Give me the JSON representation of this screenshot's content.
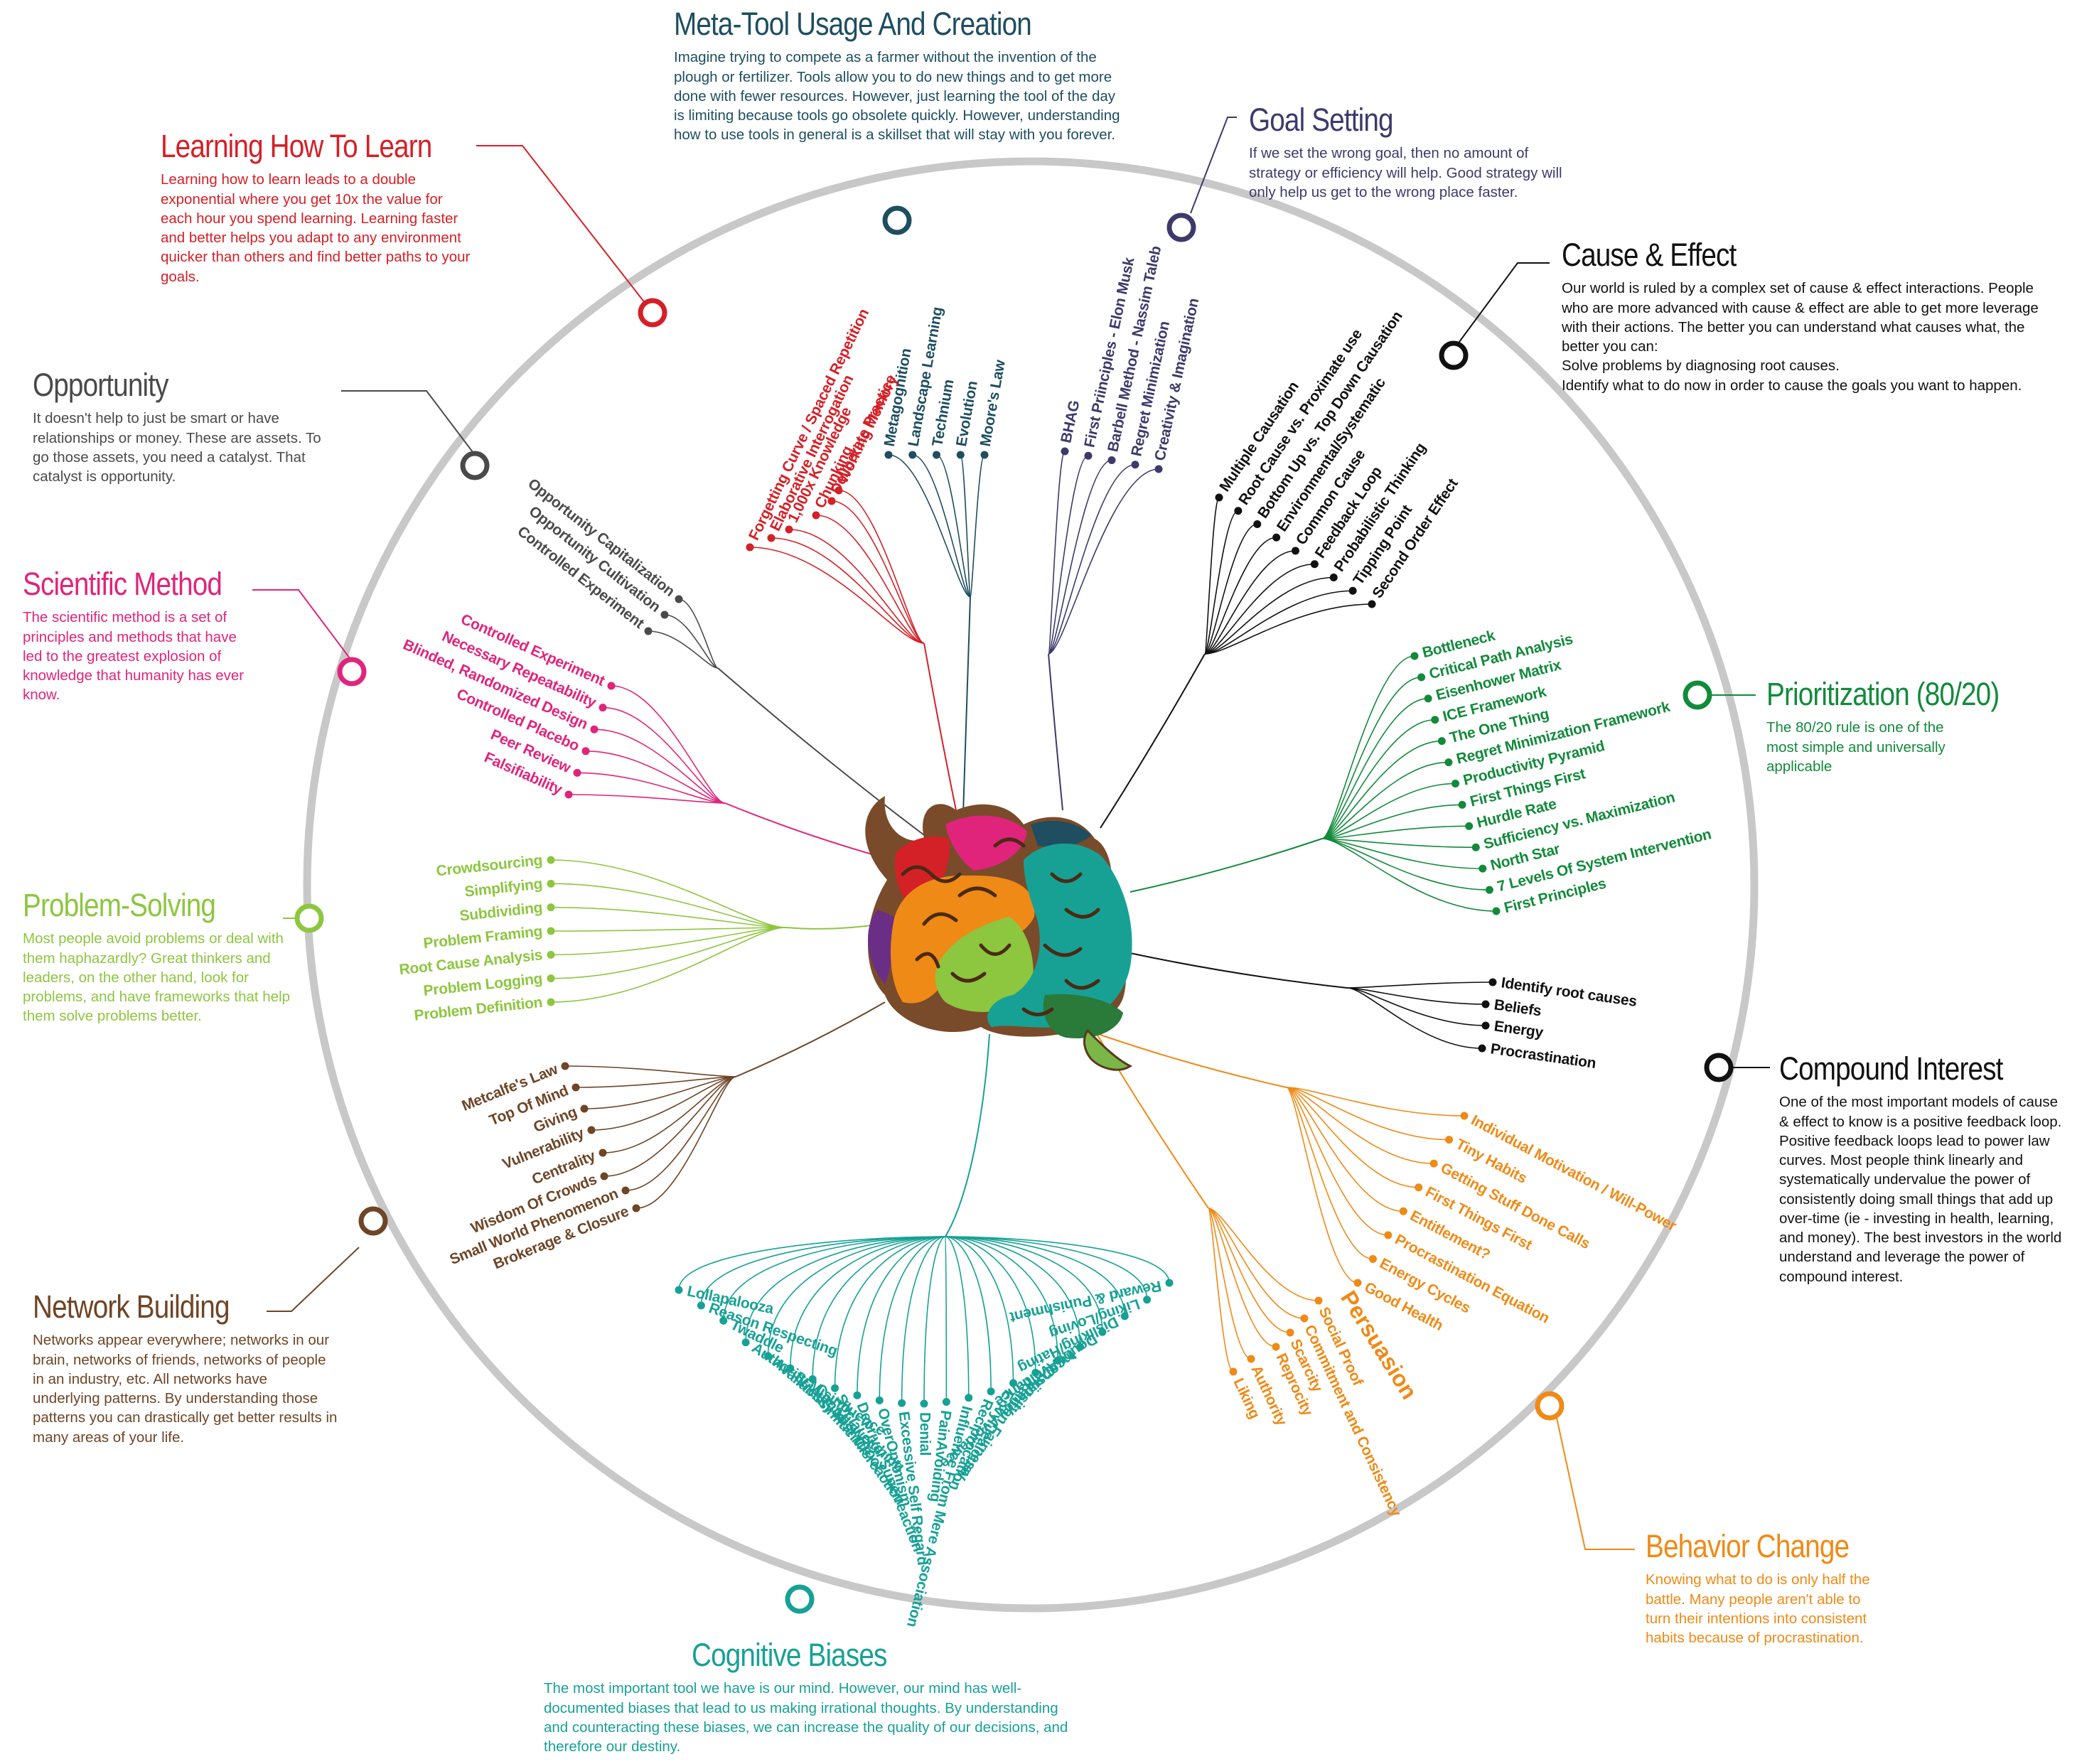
{
  "colors": {
    "ring": "#c8c8c8",
    "learning": "#d42027",
    "meta_tool": "#1e4e60",
    "goal": "#3d3a6b",
    "cause": "#111111",
    "prioritization": "#128a3b",
    "compound": "#111111",
    "behavior": "#ef8a16",
    "cognitive": "#17a195",
    "network": "#6e4526",
    "problem": "#8dc63f",
    "scientific": "#e0247b",
    "opportunity": "#4a4a4a"
  },
  "sections": {
    "meta_tool": {
      "title": "Meta-Tool Usage And Creation",
      "description": "Imagine trying to compete as a farmer without the invention of the plough or fertilizer. Tools allow you to do new things and to get more done with fewer resources. However, just learning the tool of the day is limiting because tools go obsolete quickly. However, understanding how to use tools in general is a skillset that will stay with you forever.",
      "items": [
        "Metagognition",
        "Landscape Learning",
        "Technium",
        "Evolution",
        "Moore's Law"
      ]
    },
    "learning": {
      "title": "Learning How To Learn",
      "description": "Learning how to learn leads to a double exponential where you get 10x the value for each hour you spend learning. Learning faster and better helps you adapt to any environment quicker than others and find better paths to your goals.",
      "items": [
        "Forgetting Curve / Spaced Repetition",
        "Elaborative Interrogation",
        "1,000x Knowledge",
        "Chunking",
        "Deliberate Practice",
        "Working Memory"
      ]
    },
    "goal": {
      "title": "Goal Setting",
      "description": "If we set the wrong goal, then no amount of strategy or efficiency will help. Good strategy will only help us get to the wrong place faster.",
      "items": [
        "BHAG",
        "First Priinciples - Elon Musk",
        "Barbell Method - Nassim Taleb",
        "Regret Minimization",
        "Creativity & Imagination"
      ]
    },
    "cause": {
      "title": "Cause & Effect",
      "description": "Our world is ruled by a complex set of cause & effect interactions. People who are more advanced with cause & effect are able to get more leverage with their actions. The better you can understand what causes what, the better you can:\nSolve problems by diagnosing root causes.\nIdentify what to do now in order to cause the goals you want to happen.",
      "items": [
        "Multiple Causation",
        "Root Cause vs. Proximate use",
        "Bottom Up vs. Top Down Causation",
        "Environmental/Systematic",
        "Common Cause",
        "Feedback Loop",
        "Probabilistic Thinking",
        "Tipping Point",
        "Second Order Effect"
      ]
    },
    "opportunity": {
      "title": "Opportunity",
      "description": "It doesn't help to just be smart or have relationships or money. These are assets. To go those assets, you need a catalyst. That catalyst is opportunity.",
      "items": [
        "Opportunity Capitalization",
        "Opportunity Cultivation",
        "Controlled Experiment"
      ]
    },
    "scientific": {
      "title": "Scientific Method",
      "description": "The scientific method is a set of principles and methods that have led to the greatest explosion of knowledge that humanity has ever know.",
      "items": [
        "Controlled Experiment",
        "Necessary Repeatability",
        "Blinded, Randomized Design",
        "Controlled Placebo",
        "Peer Review",
        "Falsifiability"
      ]
    },
    "prioritization": {
      "title": "Prioritization (80/20)",
      "description": "The 80/20 rule is one of the most simple and universally applicable",
      "items": [
        "Bottleneck",
        "Critical Path Analysis",
        "Eisenhower Matrix",
        "ICE Framework",
        "The One Thing",
        "Regret Minimization Framework",
        "Productivity Pyramid",
        "First Things First",
        "Hurdle Rate",
        "Sufficiency vs. Maximization",
        "North Star",
        "7 Levels Of System Intervention",
        "First Principles"
      ]
    },
    "problem": {
      "title": "Problem-Solving",
      "description": "Most people avoid problems or deal with them haphazardly? Great thinkers and leaders, on the other hand, look for problems, and have frameworks that help them solve problems better.",
      "items": [
        "Crowdsourcing",
        "Simplifying",
        "Subdividing",
        "Problem Framing",
        "Root Cause Analysis",
        "Problem Logging",
        "Problem Definition"
      ]
    },
    "compound": {
      "title": "Compound Interest",
      "description": "One of the most important models of cause & effect to know is a positive feedback loop. Positive feedback loops lead to power law curves. Most people think linearly and systematically undervalue the power of consistently doing small things that add up over-time (ie - investing in health, learning, and money). The best investors in the world understand and leverage the power of compound interest.",
      "items": [
        "Identify root causes",
        "Beliefs",
        "Energy",
        "Procrastination"
      ]
    },
    "network": {
      "title": "Network Building",
      "description": "Networks appear everywhere; networks in our brain, networks of friends, networks of people in an industry, etc. All networks have underlying patterns. By understanding those patterns you can drastically get better results in many areas of your life.",
      "items": [
        "Metcalfe's Law",
        "Top Of Mind",
        "Giving",
        "Vulnerability",
        "Centrality",
        "Wisdom Of Crowds",
        "Small World Phenomenon",
        "Brokerage & Closure"
      ]
    },
    "behavior": {
      "title": "Behavior Change",
      "description": "Knowing what to do is only half the battle. Many people aren't able to turn their intentions into consistent habits because of procrastination.",
      "items": [
        "Individual Motivation / Will-Power",
        "Tiny Habits",
        "Getting Stuff Done Calls",
        "First Things First",
        "Entitlement?",
        "Procrastination Equation",
        "Energy Cycles",
        "Good Health"
      ],
      "subheading": "Persuasion",
      "subitems": [
        "Social Proof",
        "Commitment and Consistency",
        "Scarcity",
        "Reprocity",
        "Authority",
        "Liking"
      ]
    },
    "cognitive": {
      "title": "Cognitive Biases",
      "description": "The most important tool we have is our mind. However, our mind has well-documented biases that lead to us making irrational thoughts. By understanding and counteracting these biases, we can increase the quality of our decisions, and therefore our destiny.",
      "items": [
        "Lollapalooza",
        "Reason Respecting",
        "Twaddle",
        "Authority Misinfluence",
        "Availability Misweighing",
        "Stressinfluence",
        "Contrast Misreaction",
        "Social Proof",
        "Deprival Superreaction",
        "OverOptimism",
        "Excessive Self Regard",
        "Denial",
        "PainAvoiding",
        "Influence From Mere Association",
        "Reciprocation",
        "Envy/Jealousy",
        "Kantian Fairness",
        "Curiosity",
        "Inconsistency Avoidance",
        "Doubt/Avoidance",
        "Disliking/Hating",
        "Liking/Loving",
        "Reward & Punishment"
      ]
    }
  }
}
